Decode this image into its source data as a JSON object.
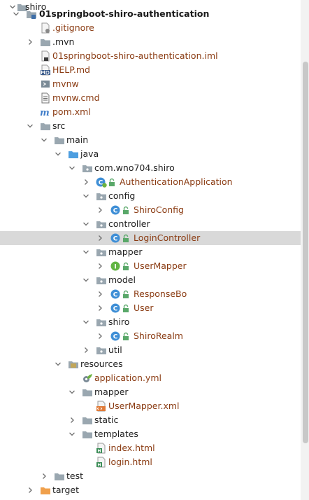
{
  "tree": {
    "rows": [
      {
        "label": "shiro",
        "icon": "folder-icon",
        "arrow": "down"
      },
      {
        "label": "01springboot-shiro-authentication",
        "icon": "module-folder-icon",
        "arrow": "down",
        "style": "bold"
      },
      {
        "label": ".gitignore",
        "icon": "gitignore-icon",
        "arrow": "none",
        "style": "file"
      },
      {
        "label": ".mvn",
        "icon": "folder-icon",
        "arrow": "right"
      },
      {
        "label": "01springboot-shiro-authentication.iml",
        "icon": "iml-file-icon",
        "arrow": "none",
        "style": "file"
      },
      {
        "label": "HELP.md",
        "icon": "markdown-file-icon",
        "arrow": "none",
        "style": "file"
      },
      {
        "label": "mvnw",
        "icon": "shell-script-icon",
        "arrow": "none",
        "style": "file"
      },
      {
        "label": "mvnw.cmd",
        "icon": "text-file-icon",
        "arrow": "none",
        "style": "file"
      },
      {
        "label": "pom.xml",
        "icon": "maven-icon",
        "arrow": "none",
        "style": "file"
      },
      {
        "label": "src",
        "icon": "folder-icon",
        "arrow": "down"
      },
      {
        "label": "main",
        "icon": "folder-icon",
        "arrow": "down"
      },
      {
        "label": "java",
        "icon": "source-folder-icon",
        "arrow": "down"
      },
      {
        "label": "com.wno704.shiro",
        "icon": "package-icon",
        "arrow": "down"
      },
      {
        "label": "AuthenticationApplication",
        "icon": "spring-class-icon",
        "arrow": "right",
        "style": "file"
      },
      {
        "label": "config",
        "icon": "package-icon",
        "arrow": "down"
      },
      {
        "label": "ShiroConfig",
        "icon": "class-icon",
        "arrow": "right",
        "style": "file"
      },
      {
        "label": "controller",
        "icon": "package-icon",
        "arrow": "down"
      },
      {
        "label": "LoginController",
        "icon": "class-icon",
        "arrow": "right",
        "style": "file",
        "selected": true
      },
      {
        "label": "mapper",
        "icon": "package-icon",
        "arrow": "down"
      },
      {
        "label": "UserMapper",
        "icon": "interface-icon",
        "arrow": "right",
        "style": "file"
      },
      {
        "label": "model",
        "icon": "package-icon",
        "arrow": "down"
      },
      {
        "label": "ResponseBo",
        "icon": "class-icon",
        "arrow": "right",
        "style": "file"
      },
      {
        "label": "User",
        "icon": "class-icon",
        "arrow": "right",
        "style": "file"
      },
      {
        "label": "shiro",
        "icon": "package-icon",
        "arrow": "down"
      },
      {
        "label": "ShiroRealm",
        "icon": "class-icon",
        "arrow": "right",
        "style": "file"
      },
      {
        "label": "util",
        "icon": "package-icon",
        "arrow": "right"
      },
      {
        "label": "resources",
        "icon": "resources-folder-icon",
        "arrow": "down"
      },
      {
        "label": "application.yml",
        "icon": "yaml-config-icon",
        "arrow": "none",
        "style": "file"
      },
      {
        "label": "mapper",
        "icon": "folder-icon",
        "arrow": "down"
      },
      {
        "label": "UserMapper.xml",
        "icon": "xml-file-icon",
        "arrow": "none",
        "style": "file"
      },
      {
        "label": "static",
        "icon": "folder-icon",
        "arrow": "right"
      },
      {
        "label": "templates",
        "icon": "folder-icon",
        "arrow": "down"
      },
      {
        "label": "index.html",
        "icon": "html-file-icon",
        "arrow": "none",
        "style": "file"
      },
      {
        "label": "login.html",
        "icon": "html-file-icon",
        "arrow": "none",
        "style": "file"
      },
      {
        "label": "test",
        "icon": "folder-icon",
        "arrow": "right"
      },
      {
        "label": "target",
        "icon": "excluded-folder-icon",
        "arrow": "right"
      }
    ]
  }
}
